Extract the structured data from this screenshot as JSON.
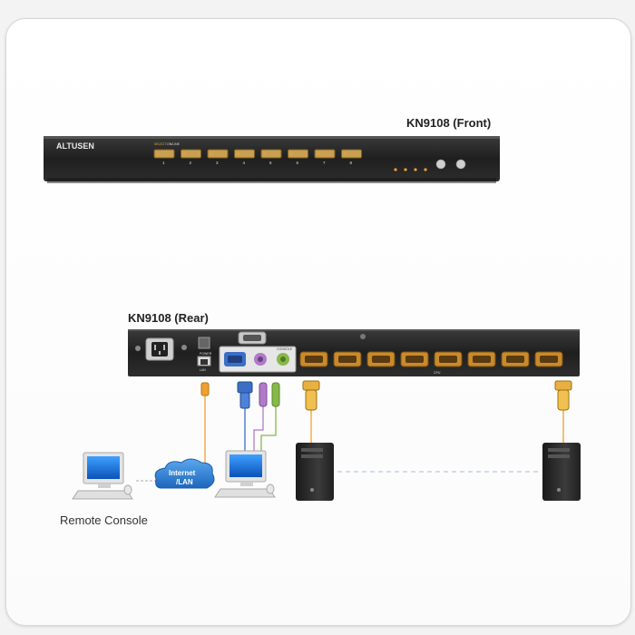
{
  "front": {
    "title": "KN9108 (Front)",
    "brand": "ALTUSEN",
    "port_numbers": [
      "1",
      "2",
      "3",
      "4",
      "5",
      "6",
      "7",
      "8"
    ],
    "led_labels": [
      "SELECT",
      "ON/LINE"
    ]
  },
  "rear": {
    "title": "KN9108 (Rear)",
    "port_labels": {
      "power": "POWER",
      "lan": "LAN",
      "console": "CONSOLE",
      "cpu": "CPU"
    }
  },
  "network": {
    "cloud_label_line1": "Internet",
    "cloud_label_line2": "/LAN"
  },
  "remote_console": {
    "label": "Remote Console"
  },
  "colors": {
    "accent_orange": "#f0a030",
    "vga_blue": "#3b6fc6",
    "ps2_purple": "#b07ac8",
    "ps2_green": "#86b84a",
    "chassis": "#2b2b2b",
    "cloud_blue": "#2f7fd0"
  }
}
